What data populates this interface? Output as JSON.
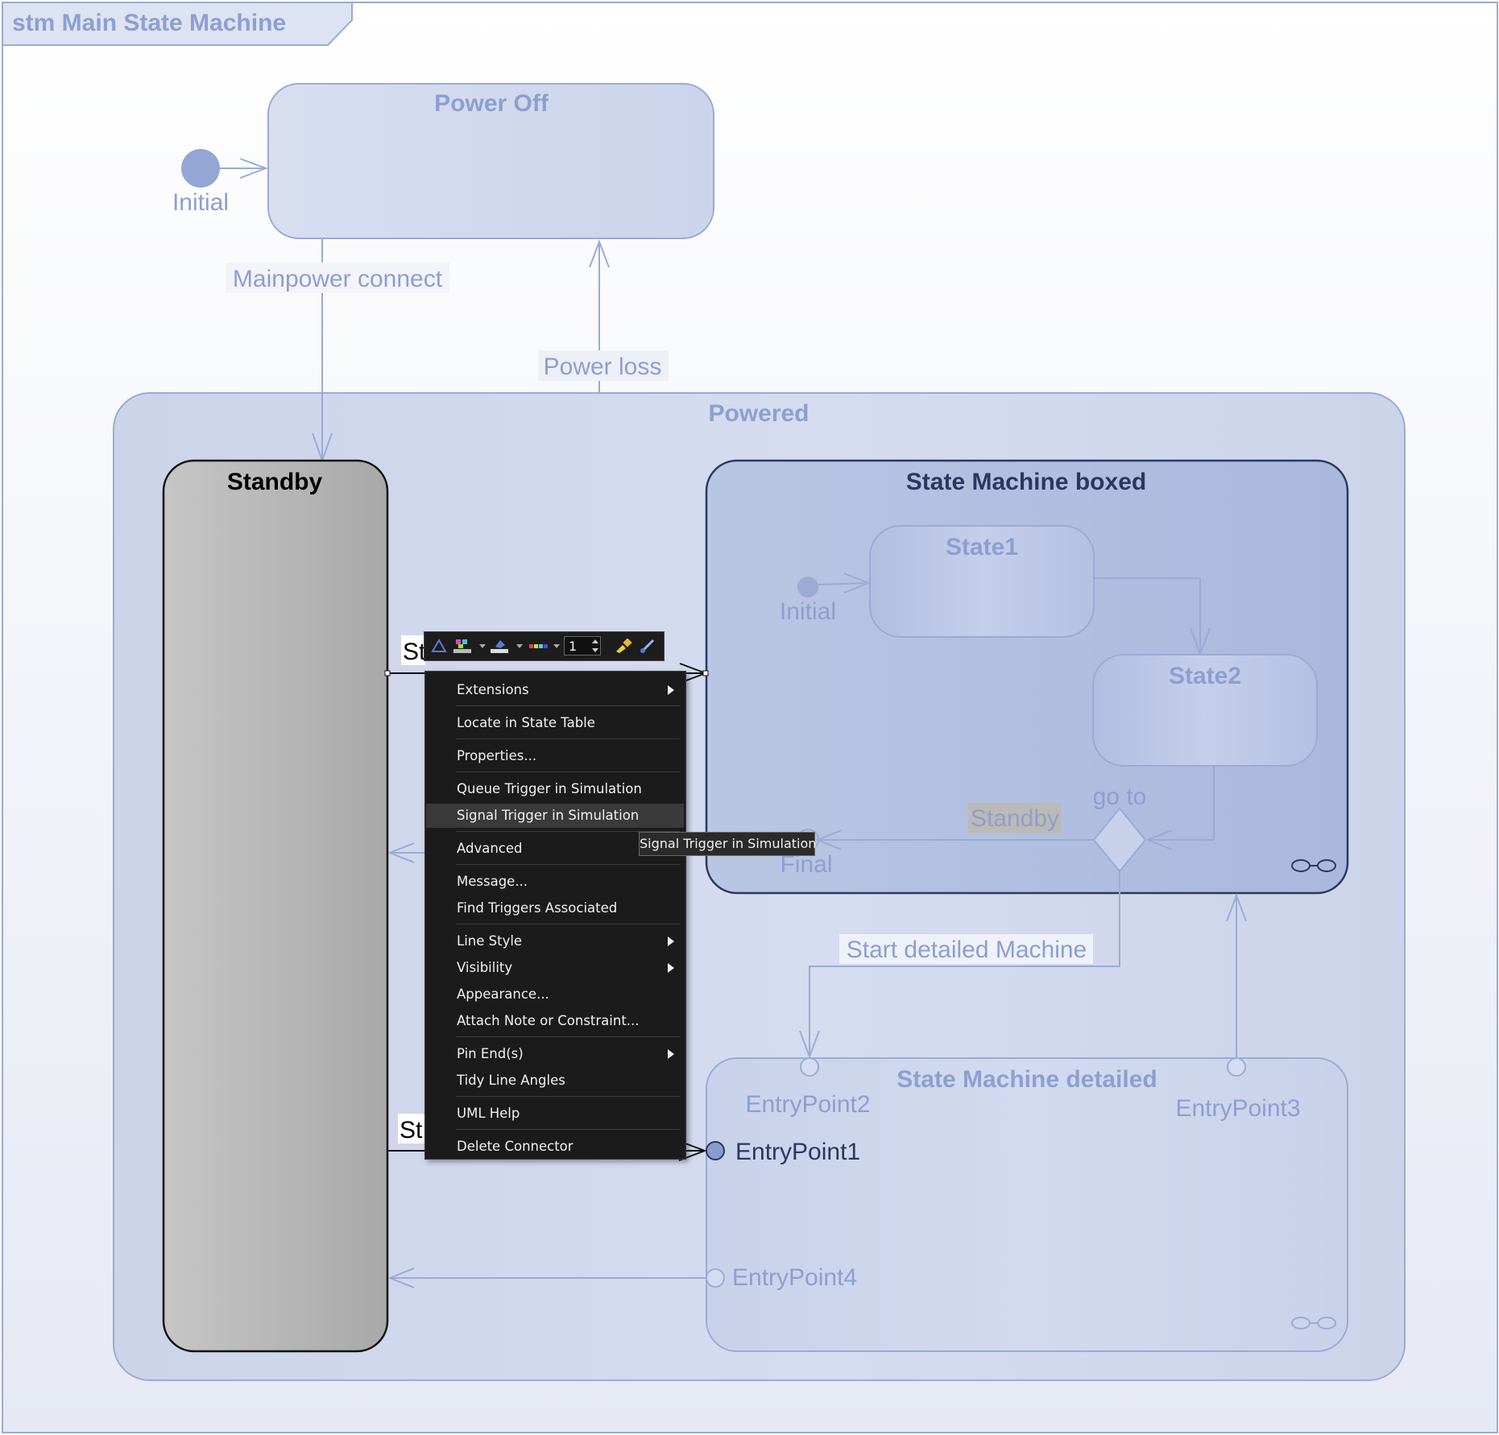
{
  "frame": {
    "title": "stm Main State Machine"
  },
  "states": {
    "power_off": "Power Off",
    "powered": "Powered",
    "standby": "Standby",
    "sm_boxed": "State Machine boxed",
    "state1": "State1",
    "state2": "State2",
    "sm_detailed": "State Machine detailed"
  },
  "pseudo": {
    "initial_top": "Initial",
    "initial_inner": "Initial",
    "final": "Final",
    "entry1": "EntryPoint1",
    "entry2": "EntryPoint2",
    "entry3": "EntryPoint3",
    "entry4": "EntryPoint4"
  },
  "transitions": {
    "mainpower": "Mainpower connect",
    "power_loss": "Power loss",
    "go_to": "go to",
    "standby_guard": "Standby",
    "start_detailed": "Start detailed Machine",
    "st_upper": "St",
    "st_lower": "St"
  },
  "toolbar": {
    "line_width": "1"
  },
  "context_menu": {
    "items": [
      {
        "label": "Extensions",
        "submenu": true
      },
      {
        "label": "Locate in State Table"
      },
      {
        "label": "Properties..."
      },
      {
        "label": "Queue Trigger in Simulation"
      },
      {
        "label": "Signal Trigger in Simulation",
        "highlighted": true
      },
      {
        "label": "Advanced"
      },
      {
        "label": "Message..."
      },
      {
        "label": "Find Triggers Associated"
      },
      {
        "label": "Line Style",
        "submenu": true
      },
      {
        "label": "Visibility",
        "submenu": true
      },
      {
        "label": "Appearance..."
      },
      {
        "label": "Attach Note or Constraint..."
      },
      {
        "label": "Pin End(s)",
        "submenu": true
      },
      {
        "label": "Tidy Line Angles"
      },
      {
        "label": "UML Help"
      },
      {
        "label": "Delete Connector"
      }
    ]
  },
  "tooltip": "Signal Trigger in Simulation",
  "colors": {
    "faded_fill": "#d3daec",
    "faded_stroke": "#9aabd4",
    "faded_text": "#8d9fcf",
    "boxed_fill": "#b3c2e1",
    "boxed_stroke": "#2a3860",
    "standby_fill": "#b4b4b4",
    "menu_bg": "#1b1b1b"
  }
}
